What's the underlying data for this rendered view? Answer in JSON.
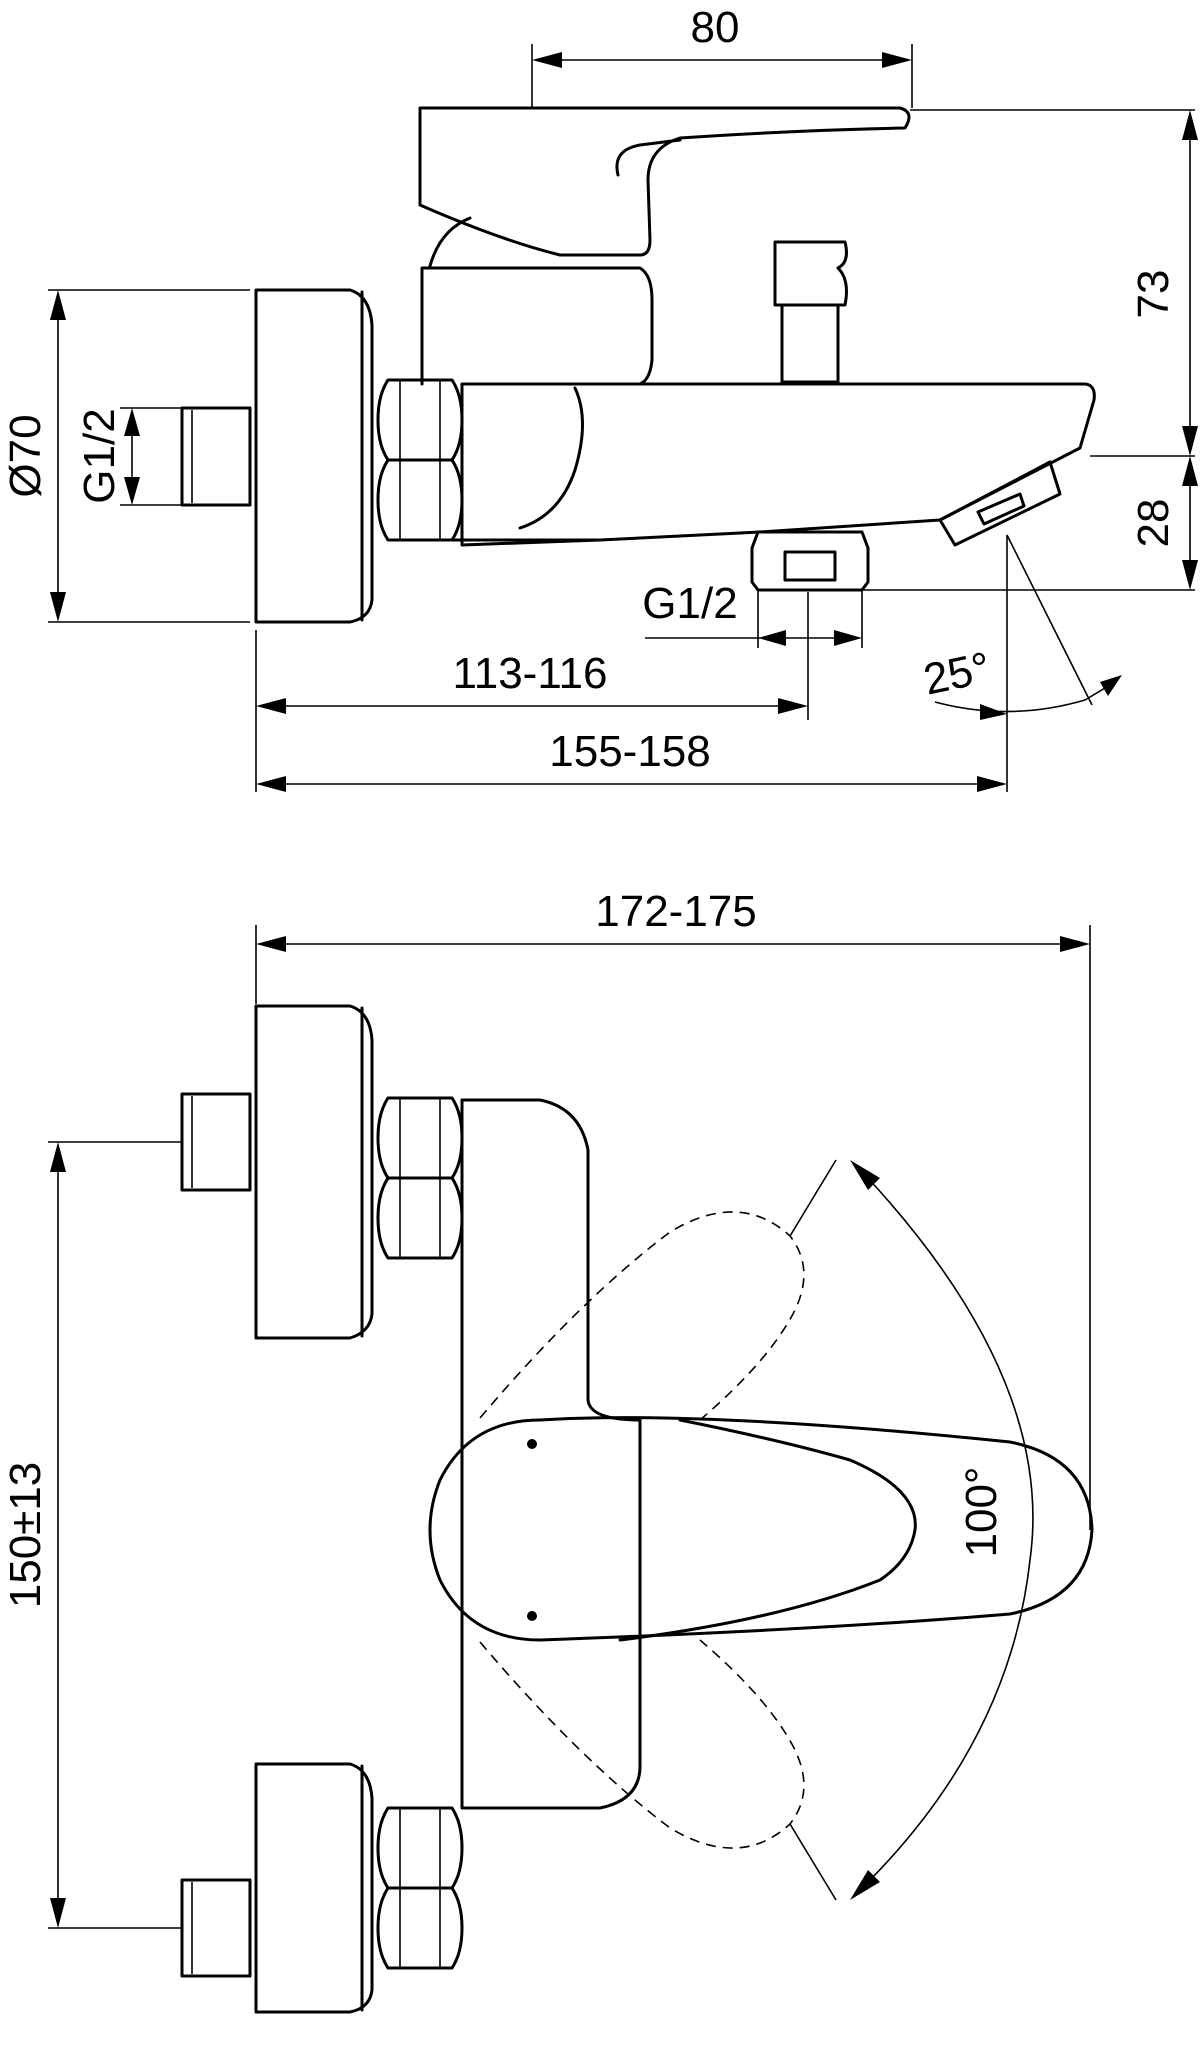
{
  "dimensions": {
    "side_view": {
      "lever_width": "80",
      "height": "73",
      "spout_drop": "28",
      "rosette_diameter": "Ø70",
      "inlet_thread": "G1/2",
      "outlet_thread": "G1/2",
      "projection_outlet": "113-116",
      "projection_spout": "155-158",
      "spout_angle": "25°"
    },
    "top_view": {
      "overall_depth": "172-175",
      "inlet_spacing": "150±13",
      "lever_rotation": "100°"
    }
  }
}
